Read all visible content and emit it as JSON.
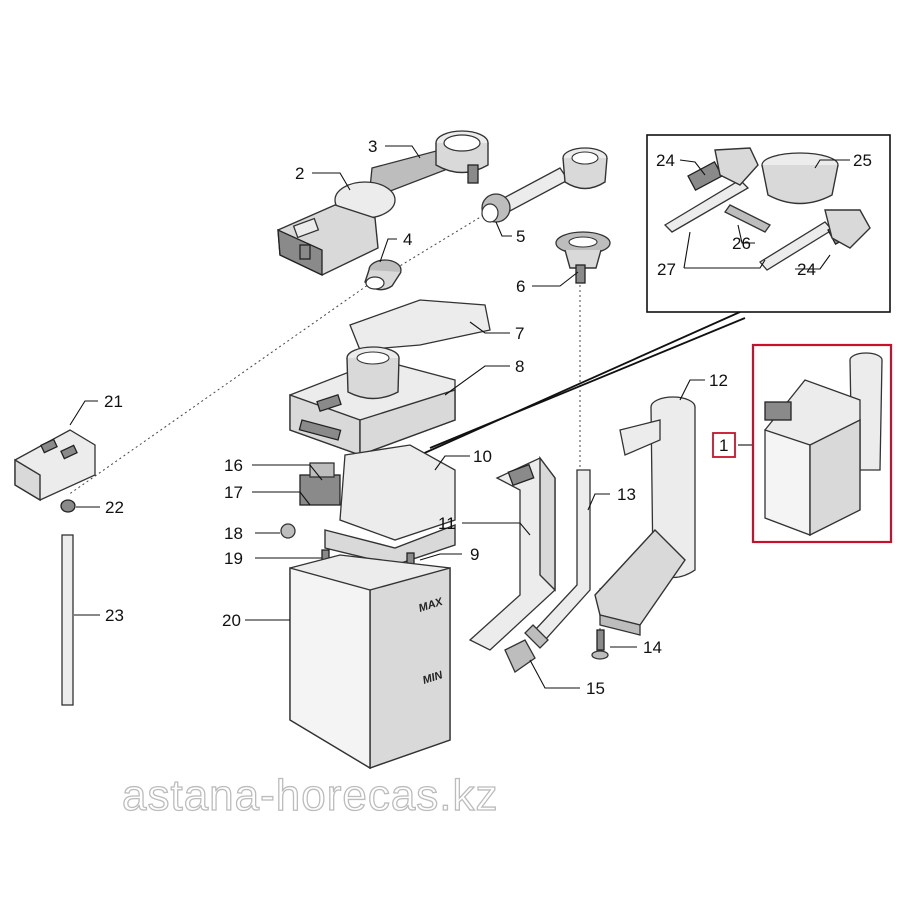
{
  "diagram": {
    "part_numbers": {
      "p1": "1",
      "p2": "2",
      "p3": "3",
      "p4": "4",
      "p5": "5",
      "p6": "6",
      "p7": "7",
      "p8": "8",
      "p9": "9",
      "p10": "10",
      "p11": "11",
      "p12": "12",
      "p13": "13",
      "p14": "14",
      "p15": "15",
      "p16": "16",
      "p17": "17",
      "p18": "18",
      "p19": "19",
      "p20": "20",
      "p21": "21",
      "p22": "22",
      "p23": "23",
      "p24a": "24",
      "p24b": "24",
      "p25": "25",
      "p26": "26",
      "p27": "27"
    },
    "tank_markings": {
      "max": "MAX",
      "min": "MIN"
    },
    "highlight_color": "#c8102e"
  },
  "watermark": "astana-horecas.kz"
}
